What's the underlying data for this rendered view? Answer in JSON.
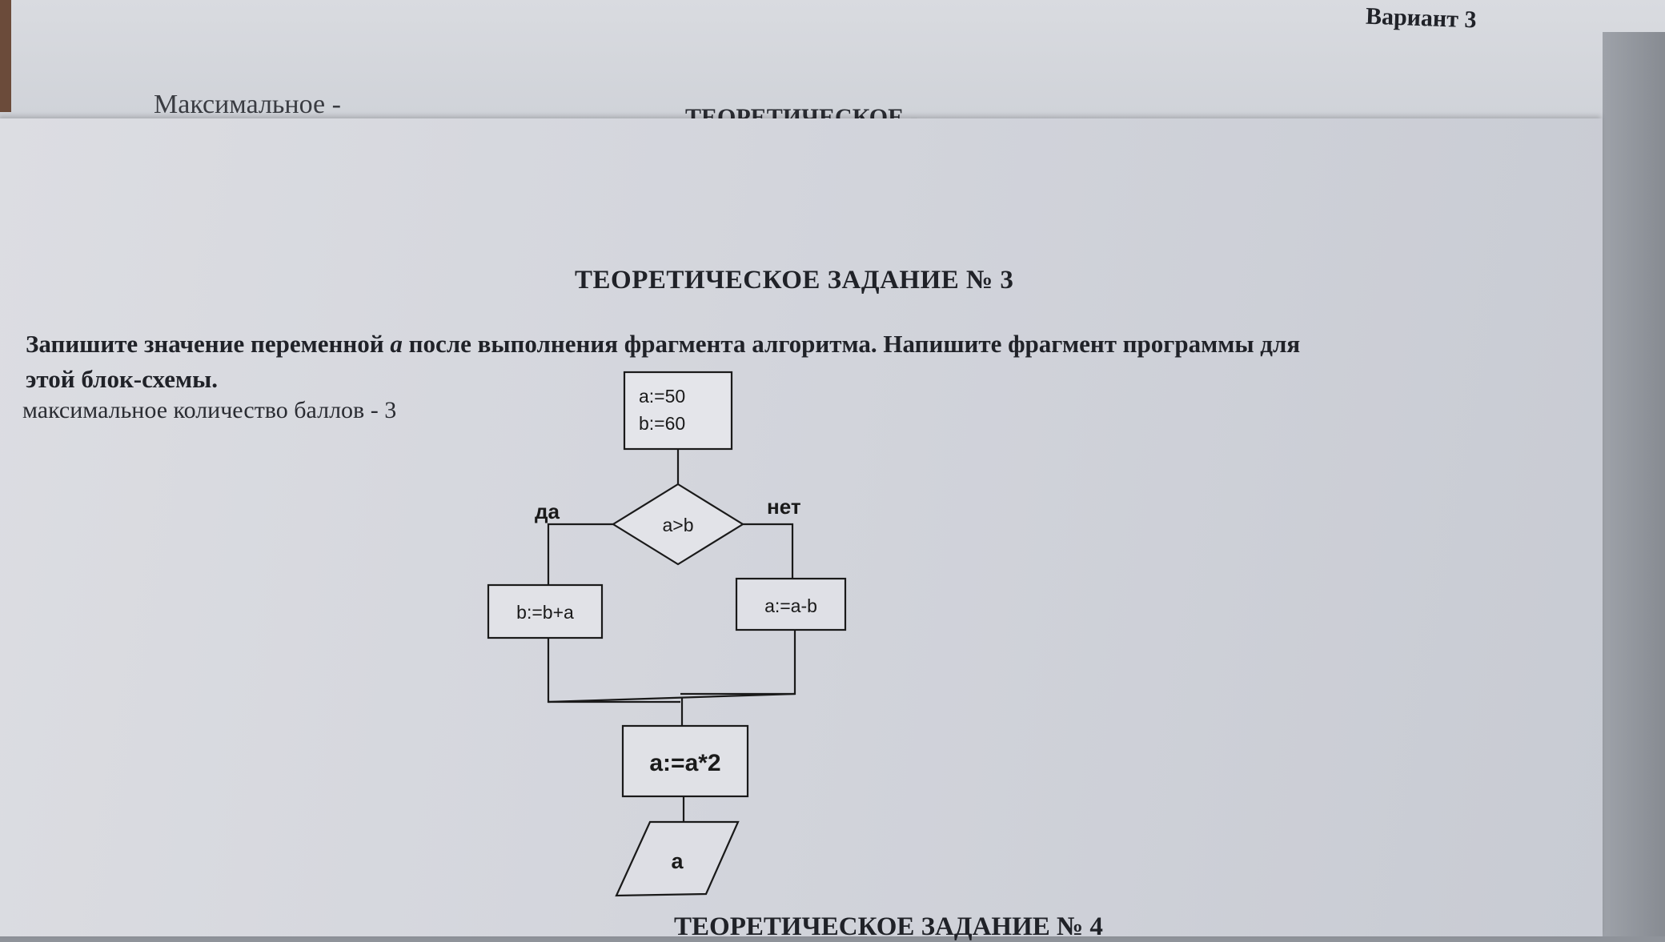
{
  "header": {
    "variant": "Вариант 3",
    "back_text_left": "Максимальное -",
    "back_text_mid": "ТЕОРЕТИЧЕСКОЕ -"
  },
  "task": {
    "title": "ТЕОРЕТИЧЕСКОЕ ЗАДАНИЕ  № 3",
    "instruction_part1": "Запишите значение переменной ",
    "instruction_variable": "a",
    "instruction_part2": " после выполнения фрагмента алгоритма. Напишите фрагмент программы для",
    "instruction_line2": "этой блок-схемы.",
    "max_points": "максимальное количество баллов -  3"
  },
  "flowchart": {
    "start_line1": "a:=50",
    "start_line2": "b:=60",
    "condition": "a>b",
    "yes_label": "да",
    "no_label": "нет",
    "yes_action": "b:=b+a",
    "no_action": "a:=a-b",
    "final_action": "a:=a*2",
    "output": "a"
  },
  "footer": {
    "next_task_title": "ТЕОРЕТИЧЕСКОЕ ЗАДАНИЕ № 4"
  }
}
